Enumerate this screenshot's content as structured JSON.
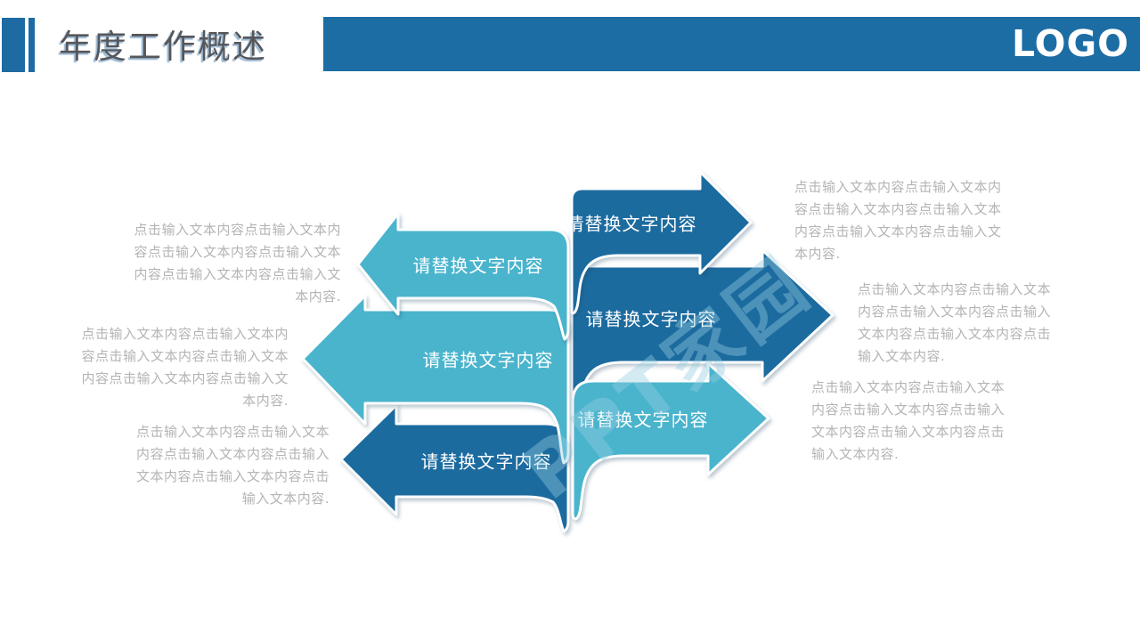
{
  "slide": {
    "title": "年度工作概述",
    "logo": "LOGO"
  },
  "colors": {
    "header_band": "#1d6da5",
    "accent_bar": "#1e6ba3",
    "teal": "#4ab4cd",
    "dark_blue": "#1c6b9f",
    "label_text": "#ffffff",
    "placeholder_text": "#b4b4b4",
    "title_text": "#56575b"
  },
  "watermark": {
    "text": "PPT家园"
  },
  "arrows": [
    {
      "id": "top-left",
      "direction": "left",
      "fill": "#4ab4cd",
      "label": "请替换文字内容"
    },
    {
      "id": "top-right",
      "direction": "right",
      "fill": "#1c6b9f",
      "label": "请替换文字内容"
    },
    {
      "id": "middle-left",
      "direction": "left",
      "fill": "#4ab4cd",
      "label": "请替换文字内容"
    },
    {
      "id": "middle-right",
      "direction": "right",
      "fill": "#1c6b9f",
      "label": "请替换文字内容"
    },
    {
      "id": "bottom-left",
      "direction": "left",
      "fill": "#1c6b9f",
      "label": "请替换文字内容"
    },
    {
      "id": "bottom-right",
      "direction": "right",
      "fill": "#4ab4cd",
      "label": "请替换文字内容"
    }
  ],
  "placeholders": {
    "top_left": "点击输入文本内容点击输入文本内\n容点击输入文本内容点击输入文本\n内容点击输入文本内容点击输入文\n本内容.",
    "middle_left": "点击输入文本内容点击输入文本内\n容点击输入文本内容点击输入文本\n内容点击输入文本内容点击输入文\n本内容.",
    "bottom_left": "点击输入文本内容点击输入文本\n内容点击输入文本内容点击输入\n文本内容点击输入文本内容点击\n输入文本内容.",
    "top_right": "点击输入文本内容点击输入文本内\n容点击输入文本内容点击输入文本\n内容点击输入文本内容点击输入文\n本内容.",
    "middle_right": "点击输入文本内容点击输入文本\n内容点击输入文本内容点击输入\n文本内容点击输入文本内容点击\n输入文本内容.",
    "bottom_right": "点击输入文本内容点击输入文本\n内容点击输入文本内容点击输入\n文本内容点击输入文本内容点击\n输入文本内容."
  }
}
